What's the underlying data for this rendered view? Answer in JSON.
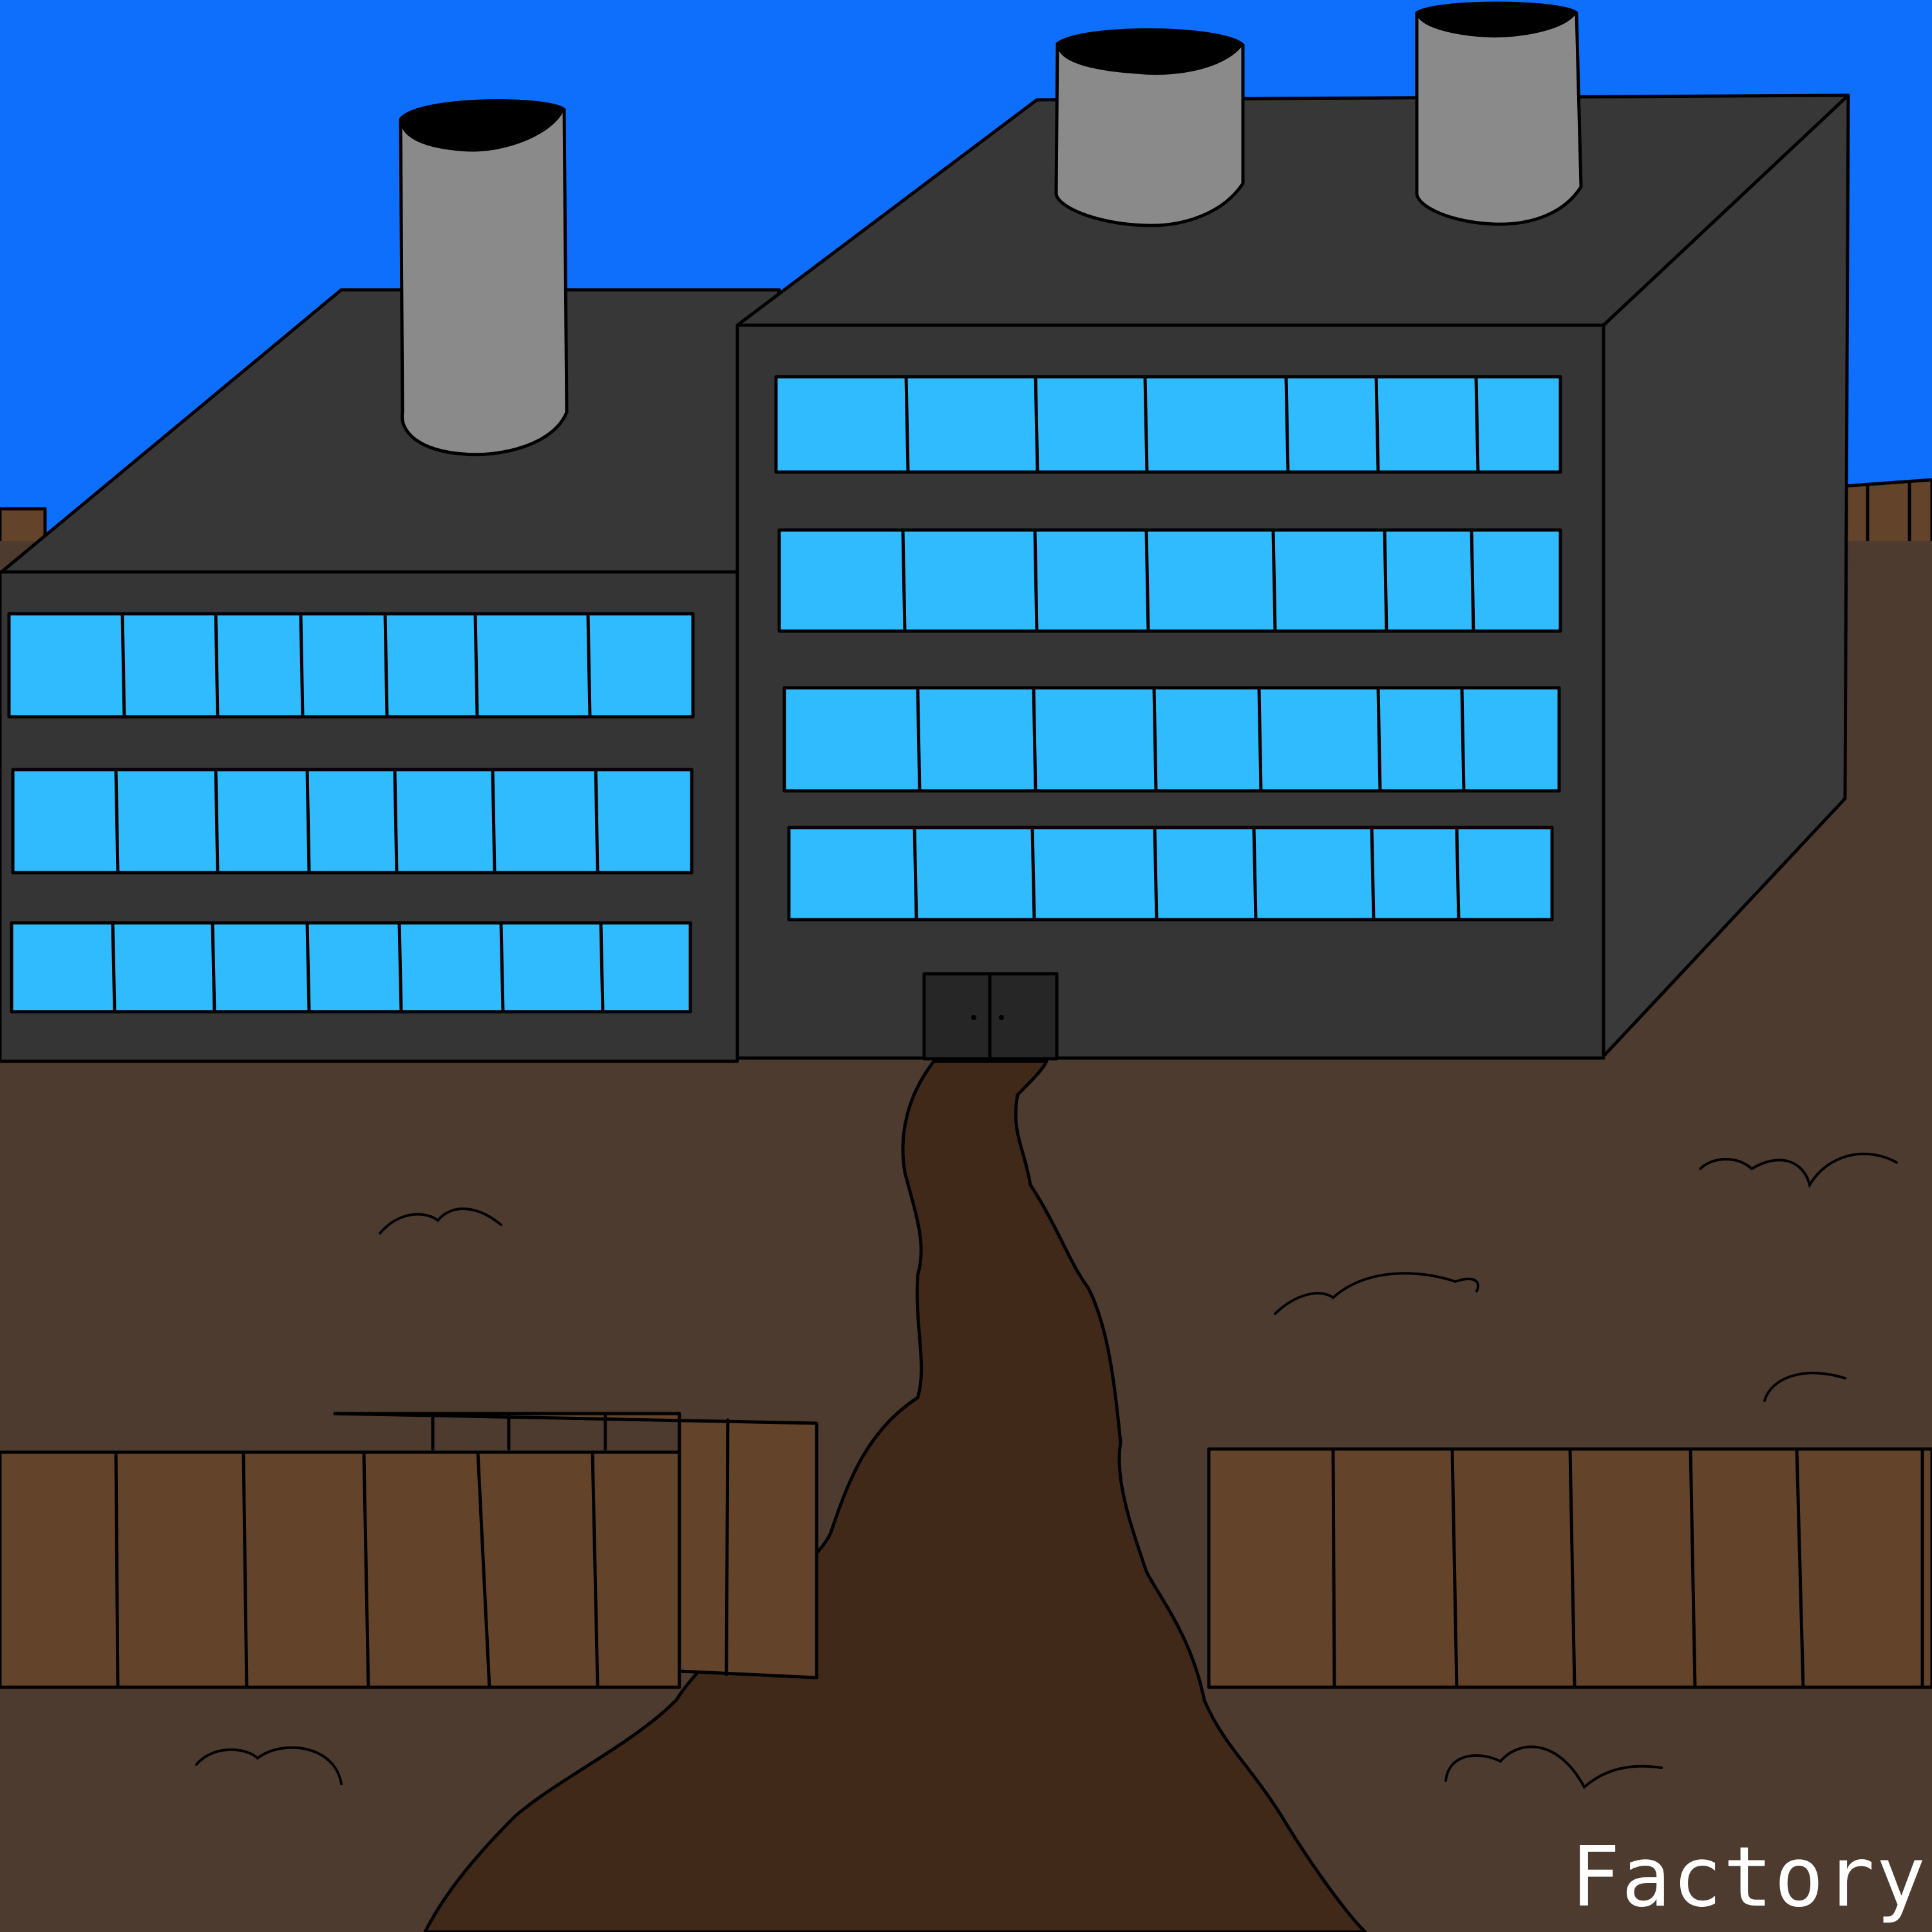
{
  "caption": "Factory",
  "colors": {
    "sky": "#0f6ffd",
    "ground": "#4e3b2f",
    "path": "#412919",
    "fence": "#63432a",
    "building_roof": "#373737",
    "building_wall": "#353535",
    "building_side": "#3a3a3a",
    "window": "#31bbff",
    "chimney": "#8a8a8a",
    "door": "#262626"
  },
  "scene": {
    "buildings": [
      {
        "name": "left-building",
        "window_rows": 3,
        "panes_per_row": 7
      },
      {
        "name": "right-building",
        "window_rows": 4,
        "panes_per_row": 7
      }
    ],
    "chimneys": 3,
    "doors": 1,
    "fences": 2
  }
}
